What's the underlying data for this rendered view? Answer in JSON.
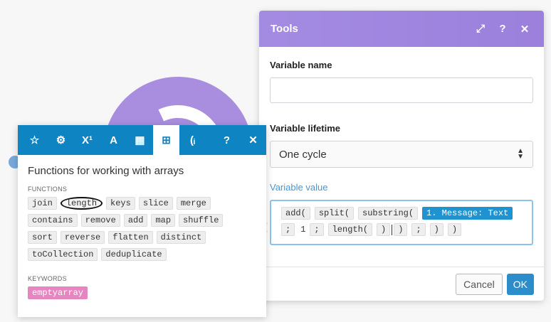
{
  "tools": {
    "title": "Tools",
    "header_icons": [
      "expand-icon",
      "help-icon",
      "close-icon"
    ],
    "header_glyphs": {
      "expand": "⤢",
      "help": "?",
      "close": "✕"
    },
    "variable_name": {
      "label": "Variable name",
      "value": "",
      "placeholder": ""
    },
    "variable_lifetime": {
      "label": "Variable lifetime",
      "selected": "One cycle"
    },
    "variable_value": {
      "label": "Variable value",
      "line1": [
        "add(",
        "split(",
        "substring("
      ],
      "variable_pill": "1. Message: Text",
      "line2": [
        ";",
        "1",
        ";",
        "length(",
        ")",
        ")",
        ";",
        ")",
        ")"
      ]
    },
    "footer": {
      "cancel_label": "Cancel",
      "ok_label": "OK"
    }
  },
  "functions_panel": {
    "toolbar": [
      {
        "icon": "star-icon",
        "glyph": "☆"
      },
      {
        "icon": "gear-icon",
        "glyph": "⚙"
      },
      {
        "icon": "math-icon",
        "glyph": "X¹"
      },
      {
        "icon": "text-icon",
        "glyph": "A"
      },
      {
        "icon": "calendar-icon",
        "glyph": "▦"
      },
      {
        "icon": "table-icon",
        "glyph": "⊞"
      },
      {
        "icon": "cut-icon",
        "glyph": "(ᵢ"
      }
    ],
    "toolbar_right": {
      "help": "?",
      "close": "✕"
    },
    "title": "Functions for working with arrays",
    "functions_label": "FUNCTIONS",
    "functions": [
      "join",
      "length",
      "keys",
      "slice",
      "merge",
      "contains",
      "remove",
      "add",
      "map",
      "shuffle",
      "sort",
      "reverse",
      "flatten",
      "distinct",
      "toCollection",
      "deduplicate"
    ],
    "keywords_label": "KEYWORDS",
    "keywords": [
      "emptyarray"
    ]
  },
  "colors": {
    "tools_header": "#a48be2",
    "functions_toolbar": "#0f84c3",
    "variable_pill": "#1e93cf",
    "keyword_chip": "#e685c0",
    "ok_button": "#2c8dcb"
  }
}
